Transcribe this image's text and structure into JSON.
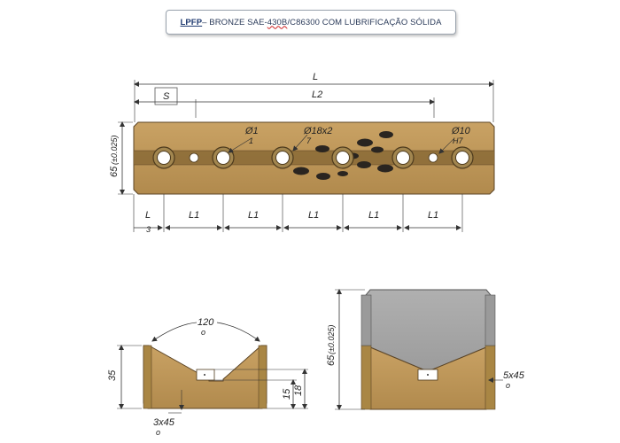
{
  "title": {
    "code": "LPFP",
    "dash": " – BRONZE SAE-",
    "misspelled": "430B",
    "rest": "/C86300 COM LUBRIFICAÇÃO SÓLIDA"
  },
  "top_view": {
    "dim_total": "L",
    "dim_s": "S",
    "dim_l2": "L2",
    "hole_small_1": "Ø1",
    "hole_small_1_sub": "1",
    "counterbore": "Ø18x2",
    "counterbore_sub": "7",
    "hole_small_2": "Ø10",
    "hole_small_2_sub": "H7",
    "height": "65",
    "height_tol": "(±0.025)",
    "end_dim": "L",
    "end_dim_sub": "3",
    "pitch_labels": [
      "L1",
      "L1",
      "L1",
      "L1",
      "L1"
    ]
  },
  "v_section": {
    "angle": "120",
    "angle_unit": "o",
    "height": "35",
    "dim_15": "15",
    "dim_18": "18",
    "chamfer": "3x45",
    "chamfer_unit": "o"
  },
  "side_section": {
    "height": "65",
    "height_tol": "(±0.025)",
    "chamfer": "5x45",
    "chamfer_unit": "o"
  },
  "colors": {
    "bronze_light": "#c59d5f",
    "bronze_dark": "#8a6a36",
    "graphite": "#2a2520",
    "steel": "#a9a9a9",
    "line": "#333333"
  }
}
